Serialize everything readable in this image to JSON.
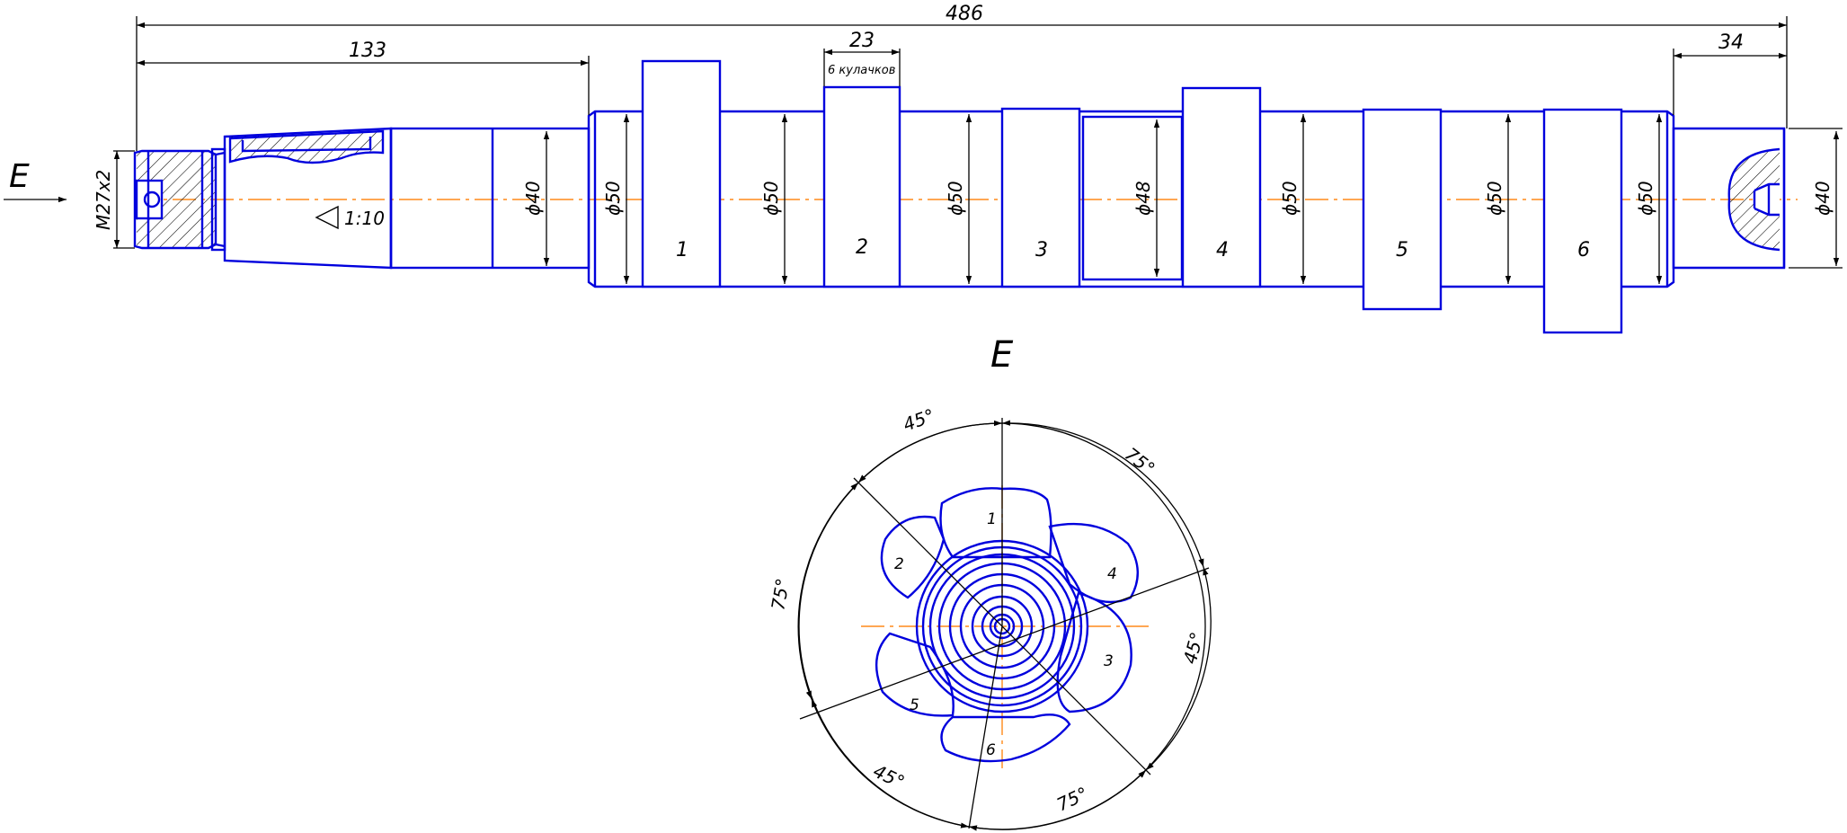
{
  "view_label": "E",
  "dimensions": {
    "overall_length": "486",
    "left_length": "133",
    "cam_width": "23",
    "cam_note": "6 кулачков",
    "right_length": "34",
    "thread": "M27x2",
    "taper": "1:10"
  },
  "diameters": [
    "ϕ40",
    "ϕ50",
    "ϕ50",
    "ϕ50",
    "ϕ48",
    "ϕ50",
    "ϕ50",
    "ϕ50",
    "ϕ40"
  ],
  "cams": [
    "1",
    "2",
    "3",
    "4",
    "5",
    "6"
  ],
  "angles": [
    "45°",
    "75°",
    "75°",
    "45°",
    "75°",
    "45°"
  ],
  "colors": {
    "outline": "#0000dd",
    "axis": "#ff8a1a",
    "dimension": "#000000"
  }
}
